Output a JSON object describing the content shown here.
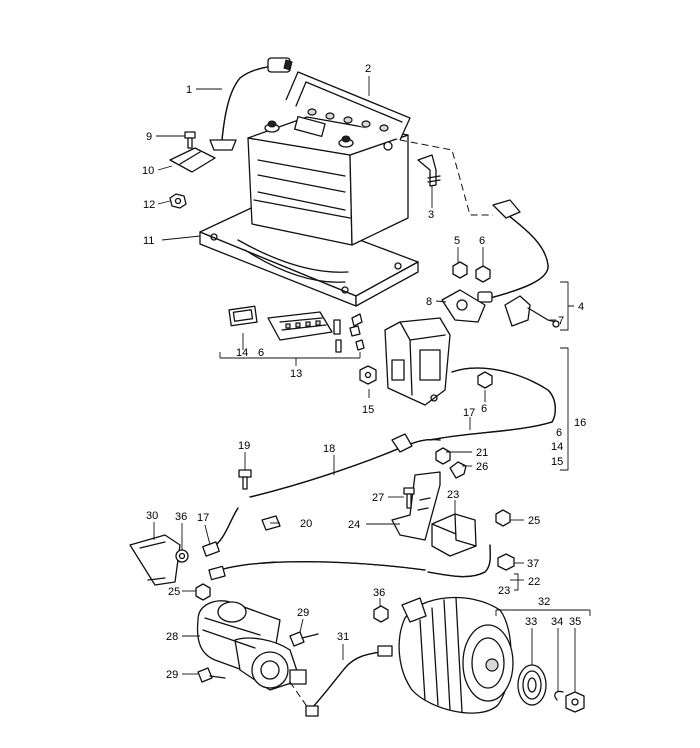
{
  "labels": {
    "n1": "1",
    "n2": "2",
    "n3": "3",
    "n4": "4",
    "n5": "5",
    "n6a": "6",
    "n6b": "6",
    "n6c": "6",
    "n6d": "6",
    "n7": "7",
    "n8": "8",
    "n9": "9",
    "n10": "10",
    "n11": "11",
    "n12": "12",
    "n13": "13",
    "n14a": "14",
    "n14b": "14",
    "n15a": "15",
    "n15b": "15",
    "n16": "16",
    "n17a": "17",
    "n17b": "17",
    "n18": "18",
    "n19": "19",
    "n20": "20",
    "n21": "21",
    "n22": "22",
    "n23a": "23",
    "n23b": "23",
    "n24": "24",
    "n25a": "25",
    "n25b": "25",
    "n26": "26",
    "n27": "27",
    "n28": "28",
    "n29a": "29",
    "n29b": "29",
    "n30": "30",
    "n31": "31",
    "n32": "32",
    "n33": "33",
    "n34": "34",
    "n35": "35",
    "n36a": "36",
    "n36b": "36",
    "n37": "37"
  }
}
